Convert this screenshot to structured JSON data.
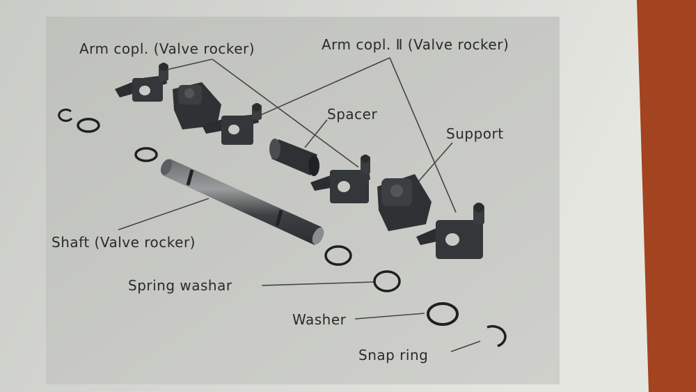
{
  "diagram": {
    "labels": {
      "arm_copl": "Arm copl. (Valve rocker)",
      "arm_copl_ii": "Arm copl. Ⅱ (Valve rocker)",
      "spacer": "Spacer",
      "support": "Support",
      "shaft": "Shaft (Valve rocker)",
      "spring_washer": "Spring washar",
      "washer": "Washer",
      "snap_ring": "Snap ring"
    }
  }
}
